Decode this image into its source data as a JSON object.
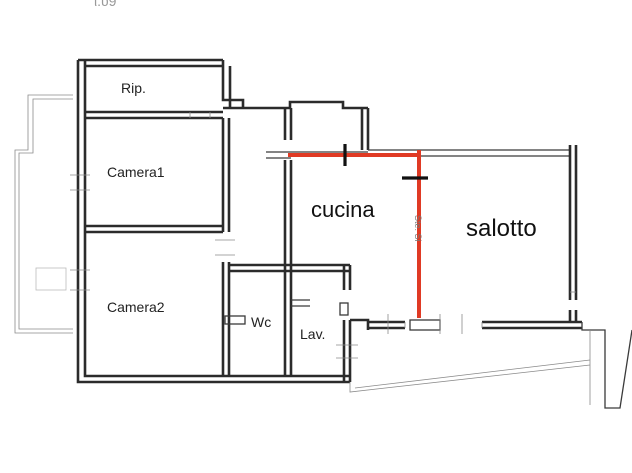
{
  "header": {
    "partial_text": "ι.υ9"
  },
  "rooms": {
    "rip": "Rip.",
    "camera1": "Camera1",
    "camera2": "Camera2",
    "cucina": "cucina",
    "salotto": "salotto",
    "wc": "Wc",
    "lav": "Lav."
  },
  "annotations": {
    "faint_label": "Ste. Si"
  },
  "colors": {
    "wall": "#2b2b2b",
    "demolition_line": "#e03a24",
    "marker": "#111111"
  }
}
